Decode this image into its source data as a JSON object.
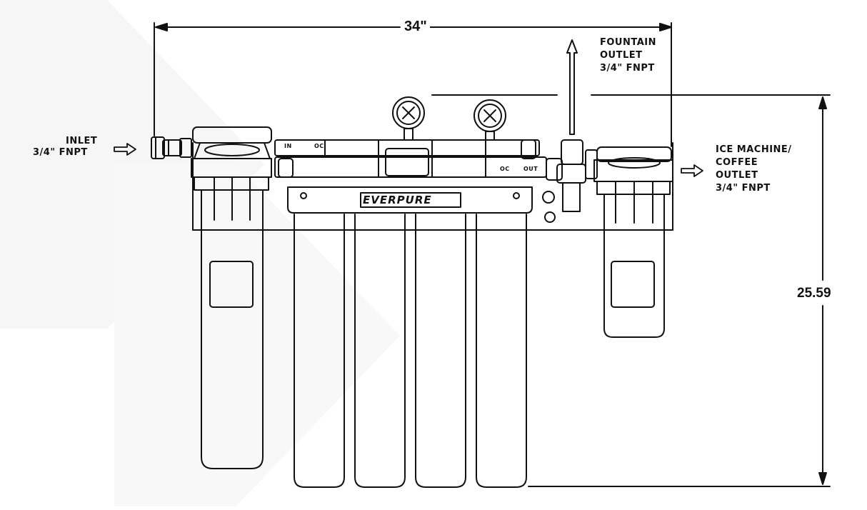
{
  "diagram": {
    "brand_logo": "EVERPURE",
    "width_dimension": "34\"",
    "height_dimension": "25.59",
    "inlet": {
      "line1": "INLET",
      "line2": "3/4\" FNPT"
    },
    "fountain_outlet": {
      "line1": "FOUNTAIN",
      "line2": "OUTLET",
      "line3": "3/4\" FNPT"
    },
    "ice_outlet": {
      "line1": "ICE MACHINE/",
      "line2": "COFFEE",
      "line3": "OUTLET",
      "line4": "3/4\" FNPT"
    },
    "manifold_marks": [
      "IN",
      "OC",
      "OC",
      "OUT"
    ],
    "colors": {
      "line": "#111111",
      "background": "#ffffff",
      "watermark": "#f4f4f4"
    }
  }
}
